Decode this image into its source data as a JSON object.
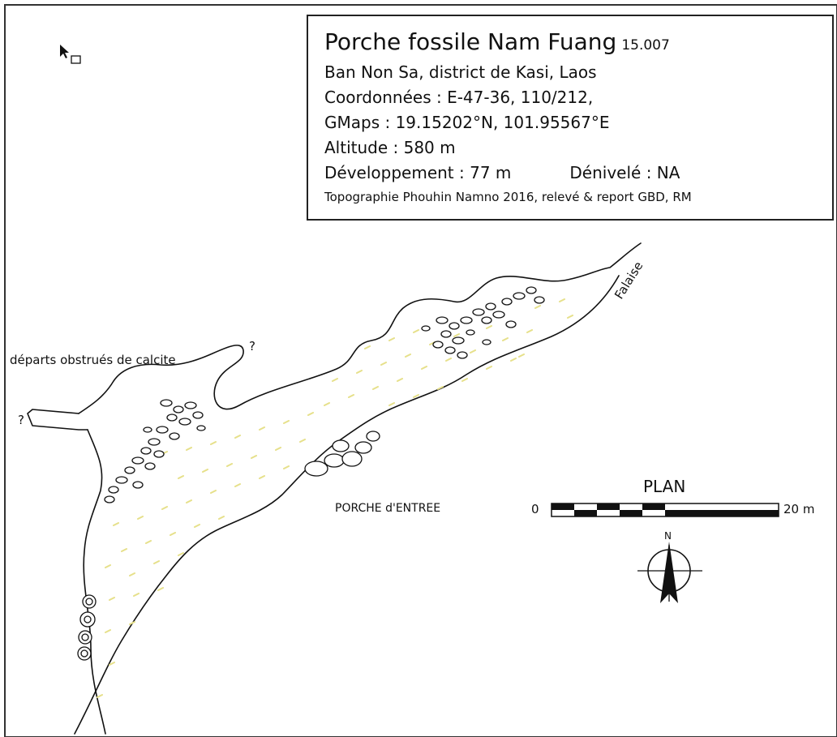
{
  "header": {
    "title": "Porche fossile Nam Fuang",
    "code": "15.007",
    "location": "Ban Non Sa, district de Kasi, Laos",
    "coordinates": "Coordonnées : E-47-36, 110/212,",
    "gmaps": "GMaps : 19.15202°N, 101.95567°E",
    "altitude": "Altitude : 580 m",
    "development": "Développement : 77 m",
    "denivele": "Dénivelé : NA",
    "credits": "Topographie Phouhin Namno 2016, relevé & report GBD, RM"
  },
  "map": {
    "labels": {
      "calcite": "départs obstrués de calcite",
      "question_top": "?",
      "question_left": "?",
      "falaise": "Falaise",
      "entrance": "PORCHE d'ENTREE"
    },
    "scale": {
      "title": "PLAN",
      "start": "0",
      "end": "20 m"
    },
    "north": "N",
    "colors": {
      "line": "#111111",
      "floor_marks": "#e6e08a"
    }
  }
}
